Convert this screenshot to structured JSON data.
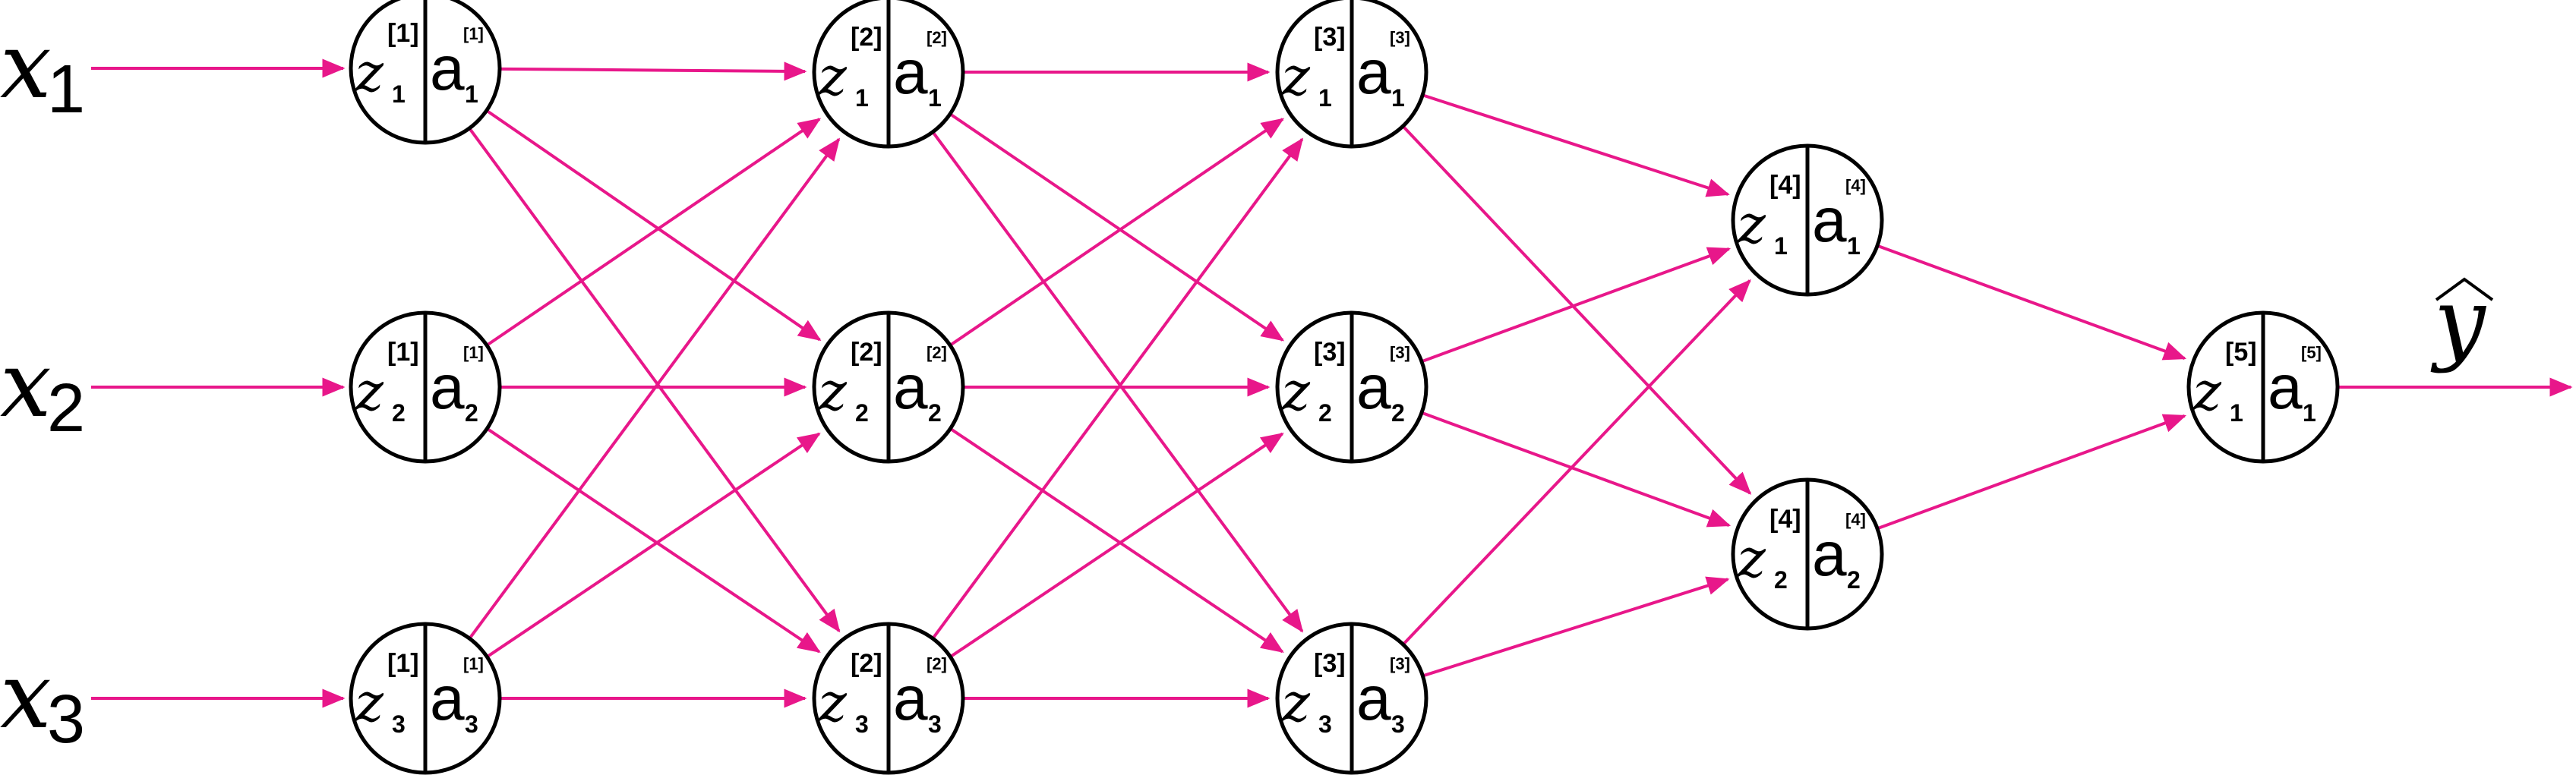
{
  "colors": {
    "edge": "#e8178a",
    "node_stroke": "#000000",
    "background": "#ffffff"
  },
  "inputs": [
    {
      "symbol": "x",
      "index": "1"
    },
    {
      "symbol": "x",
      "index": "2"
    },
    {
      "symbol": "x",
      "index": "3"
    }
  ],
  "output": {
    "symbol": "y",
    "hat": "^"
  },
  "layers": [
    {
      "id": "1",
      "nodes": [
        {
          "z": "z",
          "sup": "[1]",
          "sub": "1",
          "a": "a",
          "a_sup": "[1]",
          "a_sub": "1"
        },
        {
          "z": "z",
          "sup": "[1]",
          "sub": "2",
          "a": "a",
          "a_sup": "[1]",
          "a_sub": "2"
        },
        {
          "z": "z",
          "sup": "[1]",
          "sub": "3",
          "a": "a",
          "a_sup": "[1]",
          "a_sub": "3"
        }
      ]
    },
    {
      "id": "2",
      "nodes": [
        {
          "z": "z",
          "sup": "[2]",
          "sub": "1",
          "a": "a",
          "a_sup": "[2]",
          "a_sub": "1"
        },
        {
          "z": "z",
          "sup": "[2]",
          "sub": "2",
          "a": "a",
          "a_sup": "[2]",
          "a_sub": "2"
        },
        {
          "z": "z",
          "sup": "[2]",
          "sub": "3",
          "a": "a",
          "a_sup": "[2]",
          "a_sub": "3"
        }
      ]
    },
    {
      "id": "3",
      "nodes": [
        {
          "z": "z",
          "sup": "[3]",
          "sub": "1",
          "a": "a",
          "a_sup": "[3]",
          "a_sub": "1"
        },
        {
          "z": "z",
          "sup": "[3]",
          "sub": "2",
          "a": "a",
          "a_sup": "[3]",
          "a_sub": "2"
        },
        {
          "z": "z",
          "sup": "[3]",
          "sub": "3",
          "a": "a",
          "a_sup": "[3]",
          "a_sub": "3"
        }
      ]
    },
    {
      "id": "4",
      "nodes": [
        {
          "z": "z",
          "sup": "[4]",
          "sub": "1",
          "a": "a",
          "a_sup": "[4]",
          "a_sub": "1"
        },
        {
          "z": "z",
          "sup": "[4]",
          "sub": "2",
          "a": "a",
          "a_sup": "[4]",
          "a_sub": "2"
        }
      ]
    },
    {
      "id": "5",
      "nodes": [
        {
          "z": "z",
          "sup": "[5]",
          "sub": "1",
          "a": "a",
          "a_sup": "[5]",
          "a_sub": "1"
        }
      ]
    }
  ]
}
